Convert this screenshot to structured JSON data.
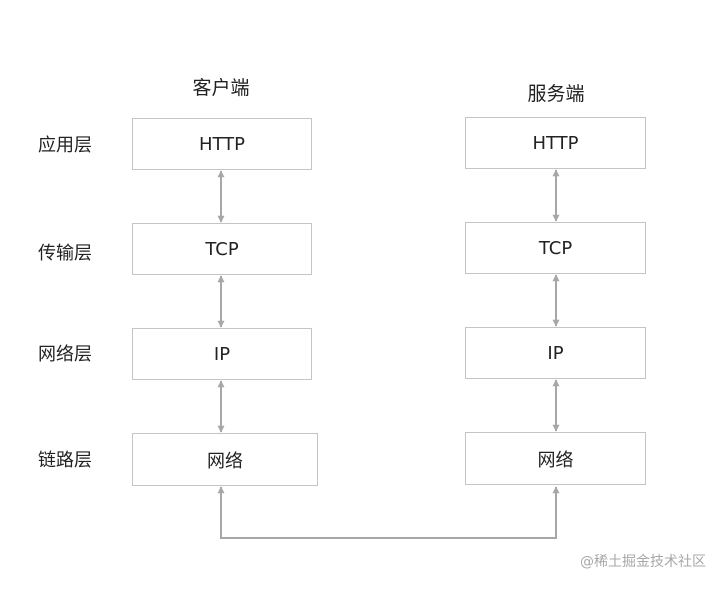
{
  "columns": {
    "client": "客户端",
    "server": "服务端"
  },
  "layers": [
    {
      "label": "应用层",
      "client": "HTTP",
      "server": "HTTP"
    },
    {
      "label": "传输层",
      "client": "TCP",
      "server": "TCP"
    },
    {
      "label": "网络层",
      "client": "IP",
      "server": "IP"
    },
    {
      "label": "链路层",
      "client": "网络",
      "server": "网络"
    }
  ],
  "watermark": "@稀土掘金技术社区",
  "colors": {
    "arrow": "#a9a6a9",
    "box_border": "#c4c4c4",
    "text": "#222222",
    "watermark": "#a8a8a8"
  }
}
